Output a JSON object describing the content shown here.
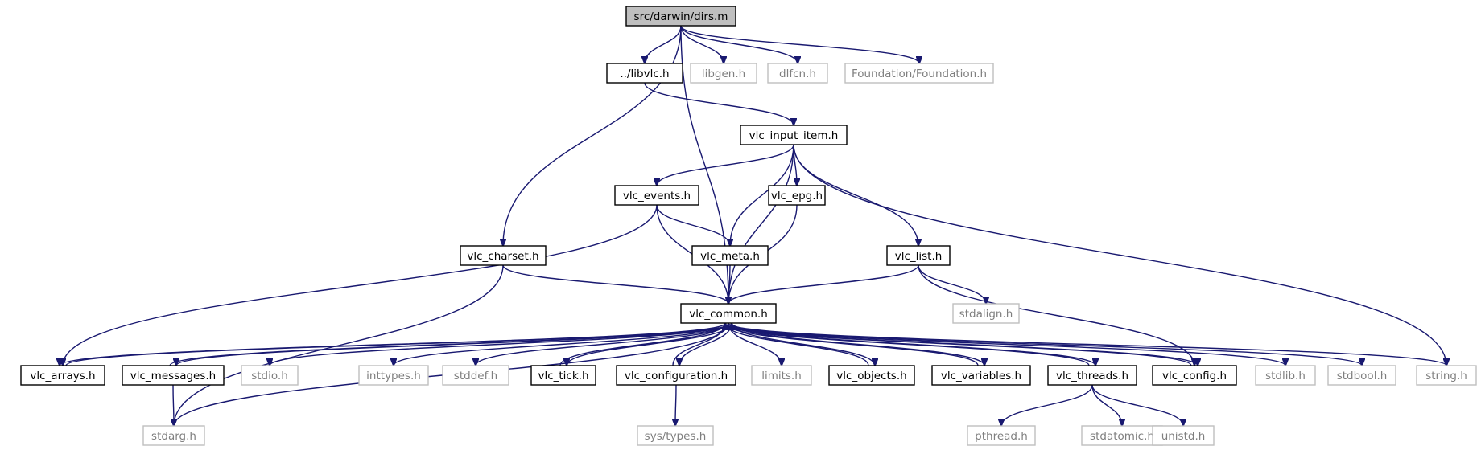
{
  "colors": {
    "edge": "#191970",
    "documented_border": "#000000",
    "documented_fill": "#ffffff",
    "external_border": "#bfbfbf",
    "external_text": "#7f7f7f",
    "root_fill": "#bfbfbf",
    "text": "#000000"
  },
  "nodes": [
    {
      "id": "dirs",
      "label": "src/darwin/dirs.m",
      "kind": "root"
    },
    {
      "id": "libvlc",
      "label": "../libvlc.h",
      "kind": "documented"
    },
    {
      "id": "libgen",
      "label": "libgen.h",
      "kind": "external"
    },
    {
      "id": "dlfcn",
      "label": "dlfcn.h",
      "kind": "external"
    },
    {
      "id": "foundation",
      "label": "Foundation/Foundation.h",
      "kind": "external"
    },
    {
      "id": "input_item",
      "label": "vlc_input_item.h",
      "kind": "documented"
    },
    {
      "id": "events",
      "label": "vlc_events.h",
      "kind": "documented"
    },
    {
      "id": "epg",
      "label": "vlc_epg.h",
      "kind": "documented"
    },
    {
      "id": "charset",
      "label": "vlc_charset.h",
      "kind": "documented"
    },
    {
      "id": "meta",
      "label": "vlc_meta.h",
      "kind": "documented"
    },
    {
      "id": "list",
      "label": "vlc_list.h",
      "kind": "documented"
    },
    {
      "id": "stdalign",
      "label": "stdalign.h",
      "kind": "external"
    },
    {
      "id": "common",
      "label": "vlc_common.h",
      "kind": "documented"
    },
    {
      "id": "arrays",
      "label": "vlc_arrays.h",
      "kind": "documented"
    },
    {
      "id": "messages",
      "label": "vlc_messages.h",
      "kind": "documented"
    },
    {
      "id": "stdio",
      "label": "stdio.h",
      "kind": "external"
    },
    {
      "id": "inttypes",
      "label": "inttypes.h",
      "kind": "external"
    },
    {
      "id": "stddef",
      "label": "stddef.h",
      "kind": "external"
    },
    {
      "id": "tick",
      "label": "vlc_tick.h",
      "kind": "documented"
    },
    {
      "id": "configuration",
      "label": "vlc_configuration.h",
      "kind": "documented"
    },
    {
      "id": "limits",
      "label": "limits.h",
      "kind": "external"
    },
    {
      "id": "objects",
      "label": "vlc_objects.h",
      "kind": "documented"
    },
    {
      "id": "variables",
      "label": "vlc_variables.h",
      "kind": "documented"
    },
    {
      "id": "threads",
      "label": "vlc_threads.h",
      "kind": "documented"
    },
    {
      "id": "config",
      "label": "vlc_config.h",
      "kind": "documented"
    },
    {
      "id": "stdlib",
      "label": "stdlib.h",
      "kind": "external"
    },
    {
      "id": "stdbool",
      "label": "stdbool.h",
      "kind": "external"
    },
    {
      "id": "string",
      "label": "string.h",
      "kind": "external"
    },
    {
      "id": "stdarg",
      "label": "stdarg.h",
      "kind": "external"
    },
    {
      "id": "systypes",
      "label": "sys/types.h",
      "kind": "external"
    },
    {
      "id": "pthread",
      "label": "pthread.h",
      "kind": "external"
    },
    {
      "id": "stdatomic",
      "label": "stdatomic.h",
      "kind": "external"
    },
    {
      "id": "unistd",
      "label": "unistd.h",
      "kind": "external"
    }
  ],
  "edges": [
    [
      "dirs",
      "libvlc"
    ],
    [
      "dirs",
      "libgen"
    ],
    [
      "dirs",
      "dlfcn"
    ],
    [
      "dirs",
      "foundation"
    ],
    [
      "dirs",
      "charset"
    ],
    [
      "dirs",
      "common"
    ],
    [
      "libvlc",
      "input_item"
    ],
    [
      "input_item",
      "events"
    ],
    [
      "input_item",
      "epg"
    ],
    [
      "input_item",
      "meta"
    ],
    [
      "input_item",
      "common"
    ],
    [
      "input_item",
      "list"
    ],
    [
      "input_item",
      "string"
    ],
    [
      "events",
      "meta"
    ],
    [
      "events",
      "common"
    ],
    [
      "events",
      "arrays"
    ],
    [
      "epg",
      "common"
    ],
    [
      "meta",
      "common"
    ],
    [
      "charset",
      "common"
    ],
    [
      "charset",
      "stdarg"
    ],
    [
      "list",
      "common"
    ],
    [
      "list",
      "stdalign"
    ],
    [
      "list",
      "config"
    ],
    [
      "common",
      "arrays"
    ],
    [
      "common",
      "messages"
    ],
    [
      "common",
      "stdio"
    ],
    [
      "common",
      "inttypes"
    ],
    [
      "common",
      "stddef"
    ],
    [
      "common",
      "tick"
    ],
    [
      "common",
      "configuration"
    ],
    [
      "common",
      "limits"
    ],
    [
      "common",
      "objects"
    ],
    [
      "common",
      "variables"
    ],
    [
      "common",
      "threads"
    ],
    [
      "common",
      "config"
    ],
    [
      "common",
      "stdlib"
    ],
    [
      "common",
      "stdbool"
    ],
    [
      "common",
      "string"
    ],
    [
      "common",
      "stdarg"
    ],
    [
      "arrays",
      "common"
    ],
    [
      "messages",
      "common"
    ],
    [
      "tick",
      "common"
    ],
    [
      "configuration",
      "common"
    ],
    [
      "objects",
      "common"
    ],
    [
      "variables",
      "common"
    ],
    [
      "threads",
      "common"
    ],
    [
      "config",
      "common"
    ],
    [
      "messages",
      "stdarg"
    ],
    [
      "configuration",
      "systypes"
    ],
    [
      "threads",
      "pthread"
    ],
    [
      "threads",
      "stdatomic"
    ],
    [
      "threads",
      "unistd"
    ]
  ]
}
